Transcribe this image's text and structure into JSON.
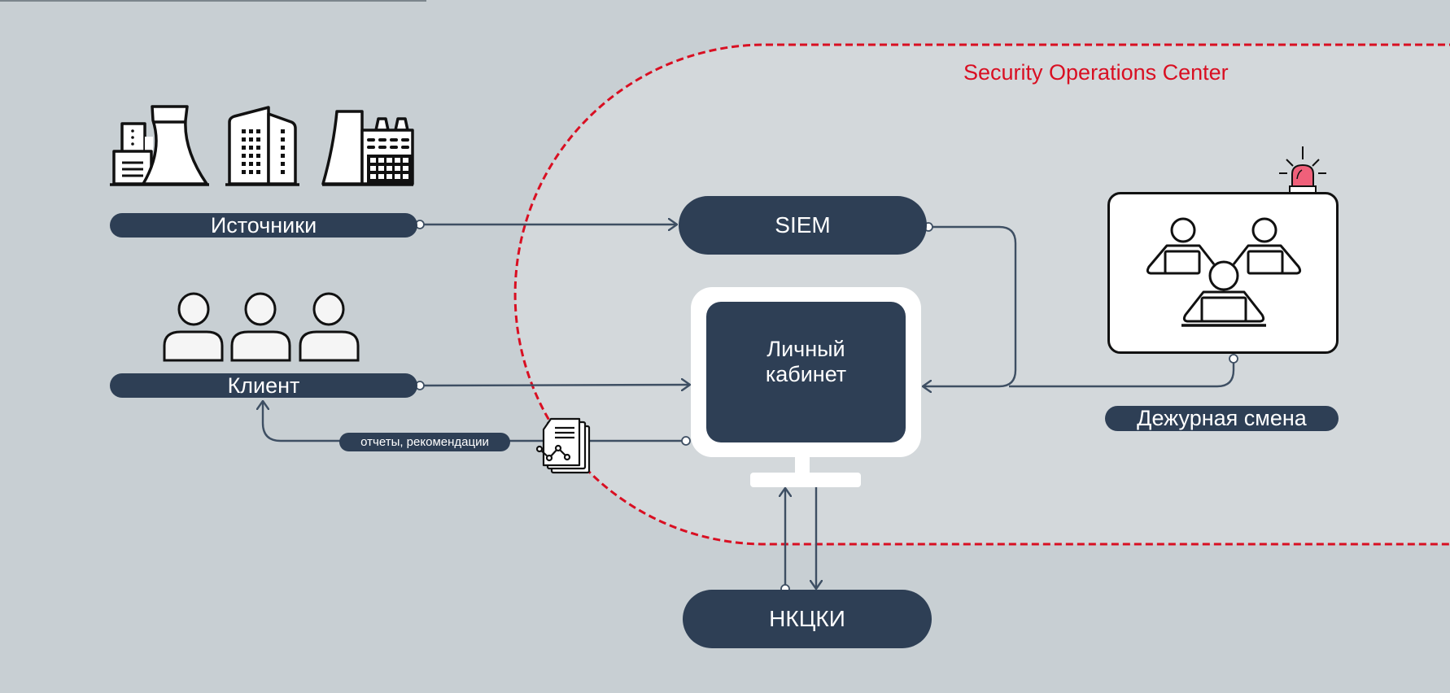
{
  "diagram": {
    "title": "Security Operations Center",
    "colors": {
      "background": "#c8cfd3",
      "soc_fill": "#d3d8db",
      "soc_border": "#d90f22",
      "node_fill": "#2e3f55",
      "connector": "#3e4f63",
      "siren": "#f0607a"
    },
    "nodes": {
      "sources": {
        "label": "Источники",
        "icons": [
          "nuclear-plant-icon",
          "office-building-icon",
          "factory-icon"
        ]
      },
      "client": {
        "label": "Клиент",
        "icons": [
          "user-icon",
          "user-icon",
          "user-icon"
        ]
      },
      "siem": {
        "label": "SIEM"
      },
      "personal_account": {
        "line1": "Личный",
        "line2": "кабинет",
        "icon": "monitor-icon"
      },
      "duty_shift": {
        "label": "Дежурная смена",
        "icons": [
          "operators-at-laptops-icon",
          "siren-icon"
        ]
      },
      "nkcki": {
        "label": "НКЦКИ"
      }
    },
    "edges": [
      {
        "from": "sources",
        "to": "siem"
      },
      {
        "from": "client",
        "to": "personal_account"
      },
      {
        "from": "siem",
        "to": "personal_account"
      },
      {
        "from": "duty_shift",
        "to": "personal_account"
      },
      {
        "from": "personal_account",
        "to": "client",
        "label": "отчеты, рекомендации",
        "icon": "report-documents-icon"
      },
      {
        "from": "nkcki",
        "to": "personal_account"
      },
      {
        "from": "personal_account",
        "to": "nkcki"
      }
    ]
  }
}
